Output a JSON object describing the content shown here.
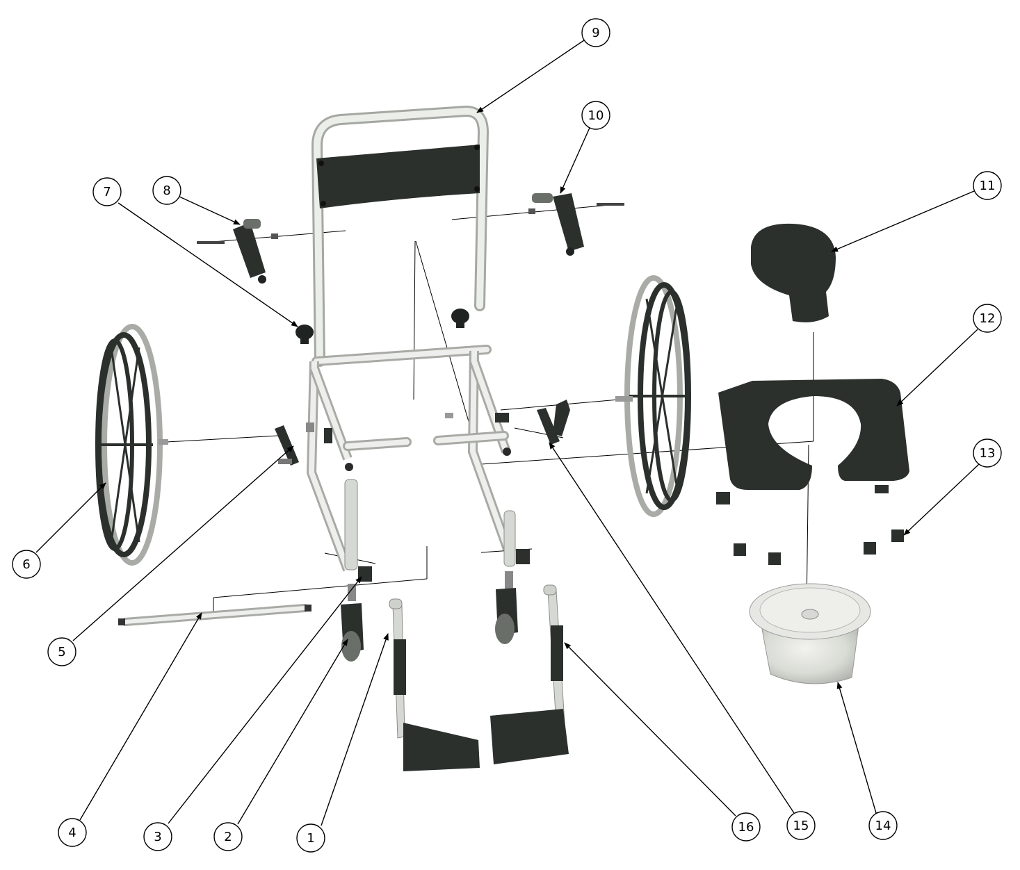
{
  "diagram": {
    "colors": {
      "part_dark": "#2b302d",
      "metal": "#d6d8d4",
      "line": "#000000"
    },
    "callouts": [
      {
        "id": "1",
        "label": "1"
      },
      {
        "id": "2",
        "label": "2"
      },
      {
        "id": "3",
        "label": "3"
      },
      {
        "id": "4",
        "label": "4"
      },
      {
        "id": "5",
        "label": "5"
      },
      {
        "id": "6",
        "label": "6"
      },
      {
        "id": "7",
        "label": "7"
      },
      {
        "id": "8",
        "label": "8"
      },
      {
        "id": "9",
        "label": "9"
      },
      {
        "id": "10",
        "label": "10"
      },
      {
        "id": "11",
        "label": "11"
      },
      {
        "id": "12",
        "label": "12"
      },
      {
        "id": "13",
        "label": "13"
      },
      {
        "id": "14",
        "label": "14"
      },
      {
        "id": "15",
        "label": "15"
      },
      {
        "id": "16",
        "label": "16"
      }
    ]
  }
}
